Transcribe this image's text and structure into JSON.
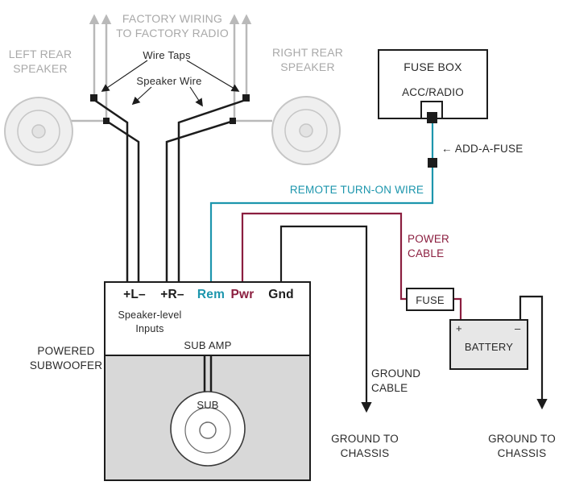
{
  "colors": {
    "gray_label": "#a9a9a9",
    "gray_wire": "#b9b9b9",
    "teal": "#1d96ad",
    "maroon": "#8b1e3f",
    "black": "#1c1c1c",
    "enclosure_fill": "#d8d8d8",
    "battery_fill": "#e7e7e7",
    "speaker_fill": "#efefef",
    "speaker_stroke": "#c6c6c6"
  },
  "diagram": {
    "factory_wiring": {
      "line1": "FACTORY WIRING",
      "line2": "TO FACTORY RADIO"
    },
    "left_speaker": {
      "line1": "LEFT REAR",
      "line2": "SPEAKER"
    },
    "right_speaker": {
      "line1": "RIGHT REAR",
      "line2": "SPEAKER"
    },
    "wire_taps": "Wire Taps",
    "speaker_wire": "Speaker Wire",
    "fuse_box": {
      "title": "FUSE BOX",
      "slot": "ACC/RADIO"
    },
    "add_a_fuse": "← ADD-A-FUSE",
    "remote_turn_on_wire": "REMOTE TURN-ON WIRE",
    "power_cable": {
      "line1": "POWER",
      "line2": "CABLE"
    },
    "inline_fuse": "FUSE",
    "battery": {
      "label": "BATTERY",
      "plus": "+",
      "minus": "–"
    },
    "amp": {
      "terminal_l": "+L–",
      "terminal_r": "+R–",
      "terminal_rem": "Rem",
      "terminal_pwr": "Pwr",
      "terminal_gnd": "Gnd",
      "inputs_line1": "Speaker-level",
      "inputs_line2": "Inputs",
      "name": "SUB AMP"
    },
    "powered_subwoofer": {
      "line1": "POWERED",
      "line2": "SUBWOOFER"
    },
    "sub": "SUB",
    "ground_cable": {
      "line1": "GROUND",
      "line2": "CABLE"
    },
    "ground_to_chassis_left": {
      "line1": "GROUND TO",
      "line2": "CHASSIS"
    },
    "ground_to_chassis_right": {
      "line1": "GROUND TO",
      "line2": "CHASSIS"
    }
  }
}
